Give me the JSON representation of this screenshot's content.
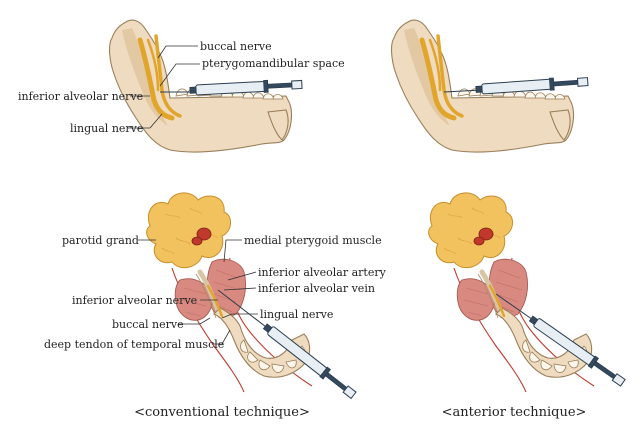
{
  "top_left": {
    "labels": {
      "buccal_nerve": "buccal nerve",
      "pterygomandibular_space": "pterygomandibular space",
      "inferior_alveolar_nerve": "inferior alveolar nerve",
      "lingual_nerve": "lingual nerve"
    }
  },
  "bottom_left": {
    "labels": {
      "parotid_grand": "parotid grand",
      "medial_pterygoid_muscle": "medial pterygoid muscle",
      "inferior_alveolar_artery": "inferior alveolar artery",
      "inferior_alveolar_vein": "inferior alveolar vein",
      "inferior_alveolar_nerve": "inferior alveolar nerve",
      "lingual_nerve": "lingual nerve",
      "buccal_nerve": "buccal nerve",
      "deep_tendon": "deep tendon of temporal muscle"
    }
  },
  "captions": {
    "conventional": "<conventional technique>",
    "anterior": "<anterior technique>"
  },
  "colors": {
    "bone": "#efdcc0",
    "nerve": "#e2a52c",
    "muscle": "#d98a80",
    "gland": "#f2c25e",
    "vessel": "#c0392b",
    "syringe": "#2c3e50"
  }
}
